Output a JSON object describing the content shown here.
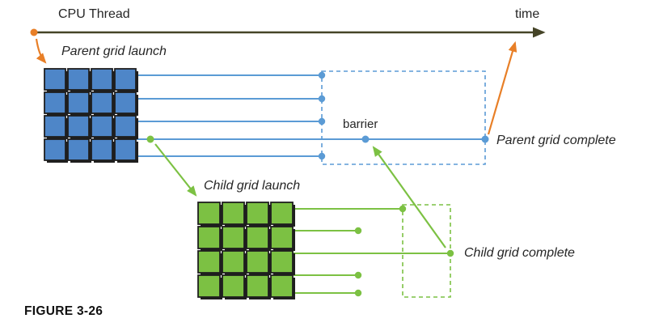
{
  "colors": {
    "timeline": "#454427",
    "orange": "#e87f27",
    "blue": "#5b9bd5",
    "blue_fill": "#4e86c8",
    "green": "#7cc143",
    "grid_border": "#1f1f1f",
    "text": "#262626"
  },
  "labels": {
    "cpu_thread": "CPU Thread",
    "time": "time",
    "parent_grid_launch": "Parent grid launch",
    "barrier": "barrier",
    "parent_grid_complete": "Parent grid complete",
    "child_grid_launch": "Child grid launch",
    "child_grid_complete": "Child grid complete",
    "figure_caption": "FIGURE 3-26"
  },
  "parent_grid": {
    "rows": 4,
    "cols": 4,
    "fill": "blue_fill"
  },
  "child_grid": {
    "rows": 4,
    "cols": 4,
    "fill": "green"
  }
}
